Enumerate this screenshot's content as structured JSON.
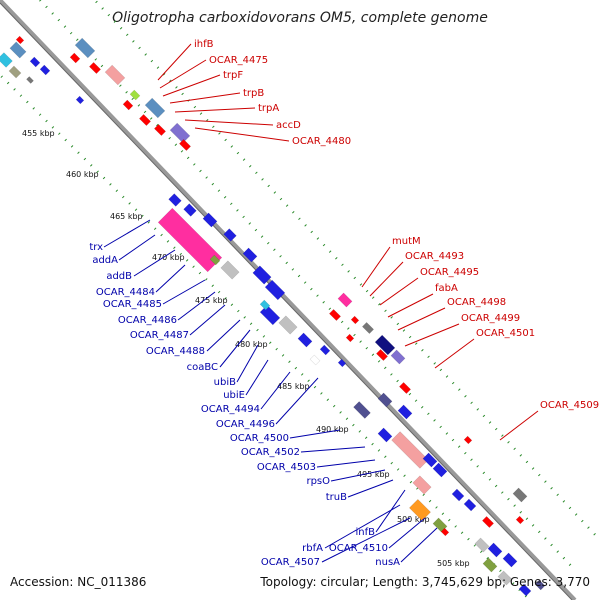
{
  "title": "Oligotropha carboxidovorans OM5, complete genome",
  "accession": "Accession: NC_011386",
  "topology": "Topology: circular; Length: 3,745,629 bp; Genes: 3,770",
  "scale_ticks": [
    "455 kbp",
    "460 kbp",
    "465 kbp",
    "470 kbp",
    "475 kbp",
    "480 kbp",
    "485 kbp",
    "490 kbp",
    "495 kbp",
    "500 kbp",
    "505 kbp"
  ],
  "labels_top": [
    "ihfB",
    "OCAR_4475",
    "trpF",
    "trpB",
    "trpA",
    "accD",
    "OCAR_4480"
  ],
  "labels_mid_right": [
    "mutM",
    "OCAR_4493",
    "OCAR_4495",
    "fabA",
    "OCAR_4498",
    "OCAR_4499",
    "OCAR_4501"
  ],
  "labels_far_right": [
    "OCAR_4509"
  ],
  "labels_left": [
    "trx",
    "addA",
    "addB",
    "OCAR_4484",
    "OCAR_4485",
    "OCAR_4486",
    "OCAR_4487",
    "OCAR_4488",
    "coaBC",
    "ubiB",
    "ubiE",
    "OCAR_4494",
    "OCAR_4496",
    "OCAR_4500",
    "OCAR_4502",
    "OCAR_4503",
    "rpsO",
    "truB",
    "infB",
    "rbfA",
    "OCAR_4510",
    "nusA",
    "OCAR_4507"
  ],
  "colors": {
    "forward_label": "#cc0000",
    "reverse_label": "#0000aa",
    "backbone": "#888888",
    "ruler_dots": "#2a8a2a"
  }
}
